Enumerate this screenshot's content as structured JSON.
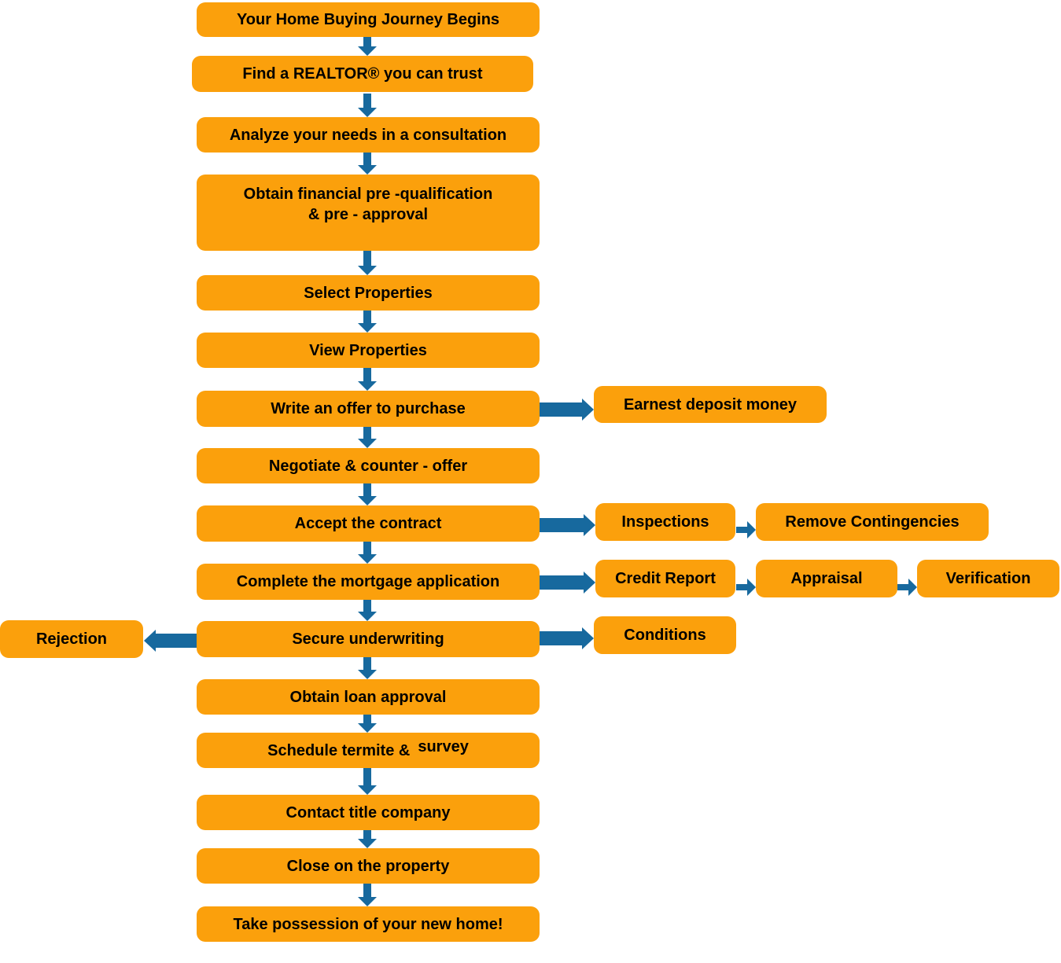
{
  "diagram_title": "Home Buying Journey Flowchart",
  "colors": {
    "box": "#FBA00C",
    "arrow": "#17699E",
    "text": "#000000",
    "background": "#FFFFFF"
  },
  "nodes": {
    "begin": "Your Home Buying Journey Begins",
    "realtor": "Find a REALTOR® you can trust",
    "analyze": "Analyze your needs in a consultation",
    "prequal_line1": "Obtain financial pre -qualification",
    "prequal_line2": "& pre - approval",
    "select": "Select Properties",
    "view": "View Properties",
    "offer": "Write an offer to purchase",
    "negotiate": "Negotiate & counter - offer",
    "accept": "Accept the contract",
    "mortgage": "Complete the mortgage application",
    "underwriting": "Secure underwriting",
    "loan_approval": "Obtain loan approval",
    "termite_part1": "Schedule termite &",
    "termite_part2": "survey",
    "title_company": "Contact title company",
    "close": "Close on the property",
    "possession": "Take possession of your new home!",
    "earnest": "Earnest deposit money",
    "inspections": "Inspections",
    "remove_contingencies": "Remove Contingencies",
    "credit_report": "Credit Report",
    "appraisal": "Appraisal",
    "verification": "Verification",
    "conditions": "Conditions",
    "rejection": "Rejection"
  },
  "edges": [
    {
      "from": "begin",
      "to": "realtor"
    },
    {
      "from": "realtor",
      "to": "analyze"
    },
    {
      "from": "analyze",
      "to": "prequal"
    },
    {
      "from": "prequal",
      "to": "select"
    },
    {
      "from": "select",
      "to": "view"
    },
    {
      "from": "view",
      "to": "offer"
    },
    {
      "from": "offer",
      "to": "earnest"
    },
    {
      "from": "offer",
      "to": "negotiate"
    },
    {
      "from": "negotiate",
      "to": "accept"
    },
    {
      "from": "accept",
      "to": "inspections"
    },
    {
      "from": "inspections",
      "to": "remove_contingencies"
    },
    {
      "from": "accept",
      "to": "mortgage"
    },
    {
      "from": "mortgage",
      "to": "credit_report"
    },
    {
      "from": "credit_report",
      "to": "appraisal"
    },
    {
      "from": "appraisal",
      "to": "verification"
    },
    {
      "from": "mortgage",
      "to": "underwriting"
    },
    {
      "from": "underwriting",
      "to": "conditions"
    },
    {
      "from": "underwriting",
      "to": "rejection"
    },
    {
      "from": "underwriting",
      "to": "loan_approval"
    },
    {
      "from": "loan_approval",
      "to": "termite_survey"
    },
    {
      "from": "termite_survey",
      "to": "title_company"
    },
    {
      "from": "title_company",
      "to": "close"
    },
    {
      "from": "close",
      "to": "possession"
    }
  ]
}
